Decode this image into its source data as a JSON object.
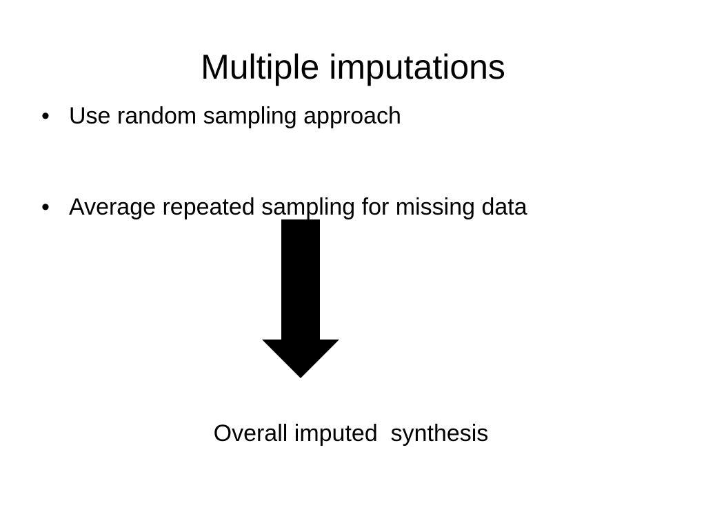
{
  "slide": {
    "title": "Multiple imputations",
    "bullets": [
      {
        "marker": "•",
        "text": "Use random sampling approach"
      },
      {
        "marker": "•",
        "text": "Average repeated sampling for missing data"
      }
    ],
    "arrow_icon": "down-arrow-icon",
    "result_text": "Overall imputed  synthesis",
    "colors": {
      "background": "#ffffff",
      "text": "#000000",
      "arrow": "#000000"
    }
  }
}
